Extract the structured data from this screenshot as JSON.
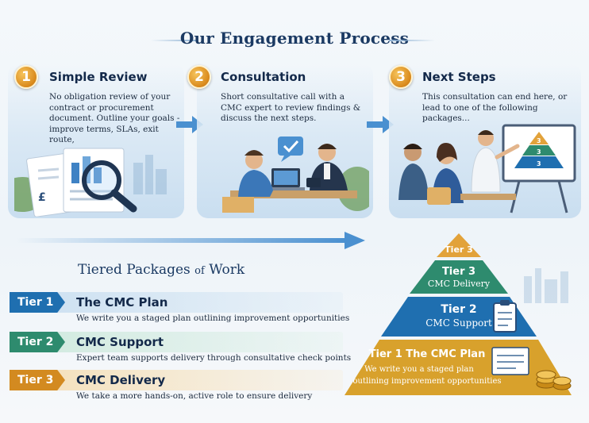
{
  "title": "Our Engagement Process",
  "steps": [
    {
      "number": "1",
      "title": "Simple Review",
      "description": "No obligation review of your contract or procurement document. Outline your goals - improve terms, SLAs, exit route,"
    },
    {
      "number": "2",
      "title": "Consultation",
      "description": "Short consultative call with a CMC expert to review findings & discuss the next steps."
    },
    {
      "number": "3",
      "title": "Next Steps",
      "description": "This consultation can end here, or lead to one of the following packages..."
    }
  ],
  "packages": {
    "title_a": "Tiered Packages",
    "title_b": "of",
    "title_c": "Work",
    "tiers": [
      {
        "badge": "Tier 1",
        "name": "The CMC Plan",
        "description": "We write you a staged plan outlining improvement opportunities",
        "color": "#1f6fb0"
      },
      {
        "badge": "Tier 2",
        "name": "CMC Support",
        "description": "Expert team supports delivery through consultative check points",
        "color": "#2e8b6e"
      },
      {
        "badge": "Tier 3",
        "name": "CMC Delivery",
        "description": "We take a more hands-on, active role to ensure delivery",
        "color": "#d38a20"
      }
    ]
  },
  "pyramid": {
    "top_label": "Tier 3",
    "level3_label": "Tier 3",
    "level3_sub": "CMC Delivery",
    "level2_label": "Tier 2",
    "level2_sub": "CMC Support",
    "level1_label": "Tier 1 The CMC Plan",
    "level1_sub_a": "We write you a staged plan",
    "level1_sub_b": "outlining improvement opportunities",
    "mini_labels": [
      "3",
      "3",
      "3"
    ]
  },
  "colors": {
    "navy": "#1b3a63",
    "gold": "#d9891c",
    "green": "#2e8b6e",
    "blue": "#1f6fb0",
    "arrow": "#4a90d0"
  },
  "icons": [
    "magnifier-icon",
    "document-icon",
    "chat-check-icon",
    "pyramid-chart-icon",
    "clipboard-icon",
    "coins-icon",
    "flow-arrow-icon"
  ]
}
